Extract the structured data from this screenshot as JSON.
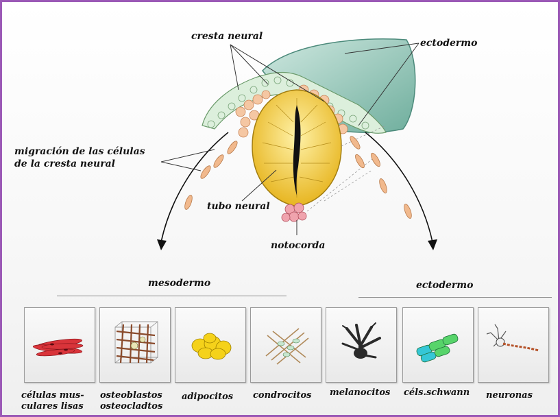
{
  "labels": {
    "cresta_neural": "cresta neural",
    "ectodermo_top": "ectodermo",
    "migracion_line1": "migración de las células",
    "migracion_line2": "de la cresta neural",
    "tubo_neural": "tubo neural",
    "notocorda": "notocorda"
  },
  "sections": {
    "mesodermo": "mesodermo",
    "ectodermo": "ectodermo"
  },
  "cells": [
    {
      "line1": "células mus-",
      "line2": "culares lisas"
    },
    {
      "line1": "osteoblastos",
      "line2": "osteocladtos"
    },
    {
      "line1": "adipocitos",
      "line2": ""
    },
    {
      "line1": "condrocitos",
      "line2": ""
    },
    {
      "line1": "melanocitos",
      "line2": ""
    },
    {
      "line1": "céls.schwann",
      "line2": ""
    },
    {
      "line1": "neuronas",
      "line2": ""
    }
  ],
  "colors": {
    "frame": "#9b59b6",
    "ectoderm": "#8fc7b8",
    "neural_crest": "#f3c29c",
    "neural_tube": "#f6d34a",
    "notochord": "#e58a96"
  }
}
